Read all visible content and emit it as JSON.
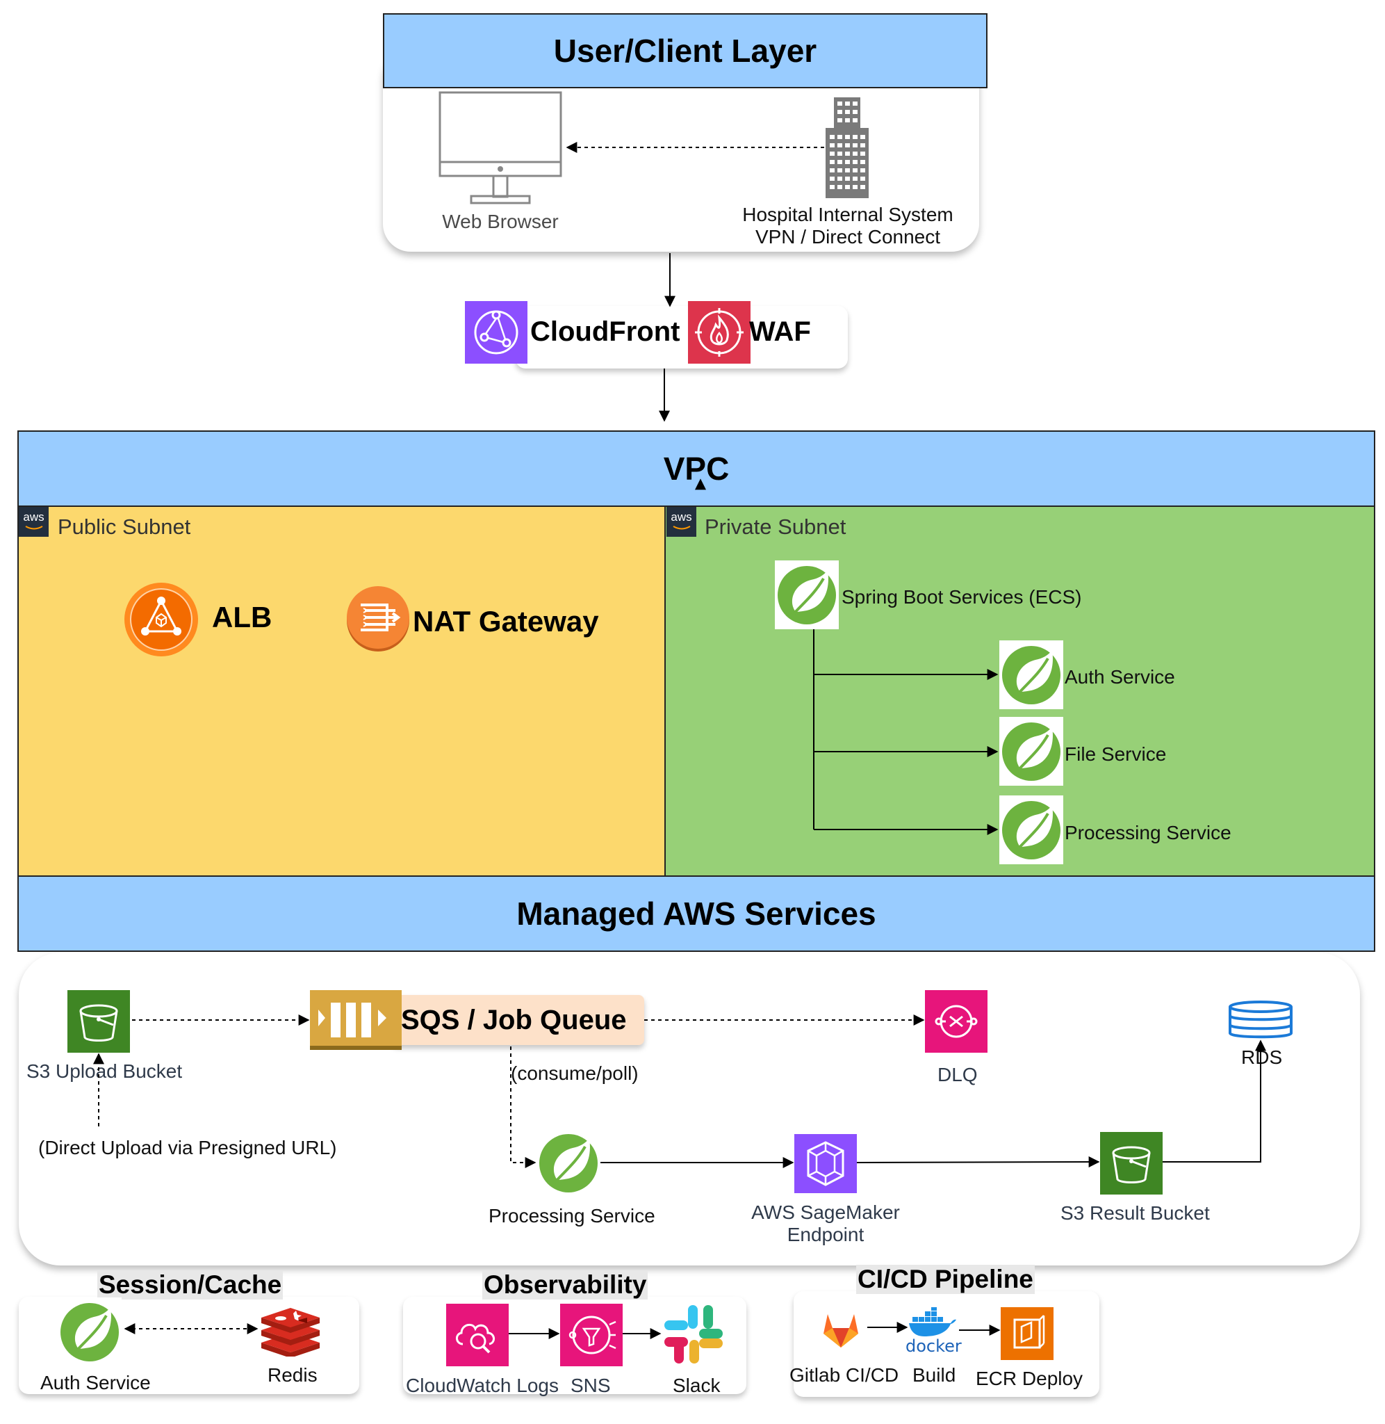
{
  "user_layer": {
    "title": "User/Client Layer",
    "web_browser": "Web Browser",
    "hospital_line1": "Hospital Internal System",
    "hospital_line2": "VPN / Direct Connect"
  },
  "edge": {
    "cloudfront": "CloudFront",
    "waf": "WAF"
  },
  "vpc": {
    "title": "VPC",
    "public_subnet": {
      "title": "Public Subnet",
      "alb": "ALB",
      "nat": "NAT Gateway"
    },
    "private_subnet": {
      "title": "Private Subnet",
      "spring": "Spring Boot Services (ECS)",
      "auth": "Auth Service",
      "file": "File Service",
      "processing": "Processing Service"
    },
    "aws_badge": "aws"
  },
  "managed": {
    "title": "Managed AWS Services",
    "s3_upload": "S3 Upload Bucket",
    "direct_upload": "(Direct Upload via Presigned URL)",
    "sqs": "SQS / Job Queue",
    "consume": "(consume/poll)",
    "dlq": "DLQ",
    "rds": "RDS",
    "processing": "Processing Service",
    "sagemaker_line1": "AWS SageMaker",
    "sagemaker_line2": "Endpoint",
    "s3_result": "S3 Result Bucket"
  },
  "session": {
    "title": "Session/Cache",
    "auth": "Auth Service",
    "redis": "Redis"
  },
  "observability": {
    "title": "Observability",
    "cloudwatch": "CloudWatch Logs",
    "sns": "SNS",
    "slack": "Slack"
  },
  "cicd": {
    "title": "CI/CD Pipeline",
    "gitlab": "Gitlab CI/CD",
    "docker_word": "docker",
    "build": "Build",
    "ecr": "ECR Deploy"
  },
  "colors": {
    "layer_blue": "#99ccff",
    "public_yellow": "#fcd86d",
    "private_green": "#97d077",
    "spring_green": "#6db33f",
    "s3_green": "#3f8624",
    "aws_purple": "#8c4fff",
    "aws_pink": "#e7157b",
    "aws_orange": "#ed7100",
    "waf_red": "#dd344c",
    "sqs_gold": "#d9a741"
  }
}
